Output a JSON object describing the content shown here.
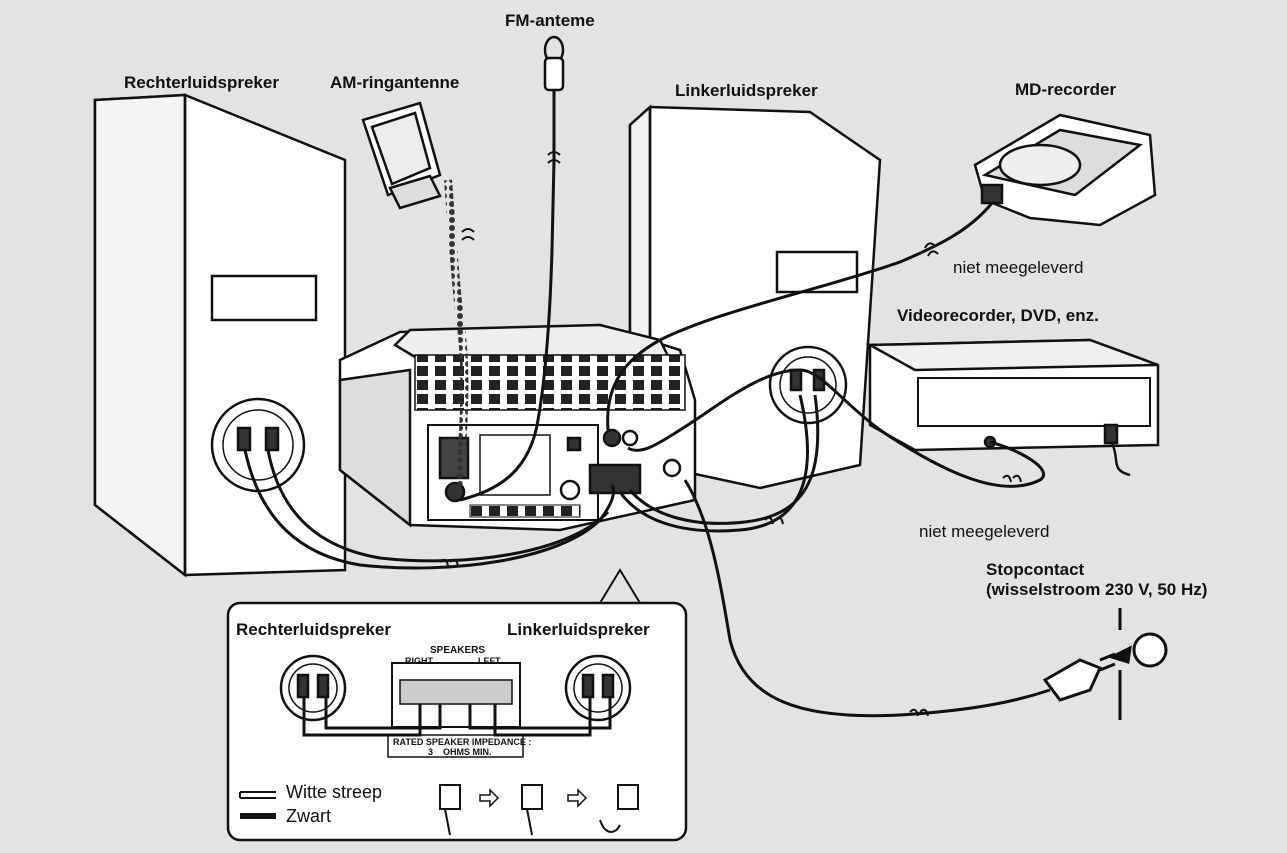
{
  "labels": {
    "fm_antenna": "FM-anteme",
    "am_antenna": "AM-ringantenne",
    "right_speaker_top": "Rechterluidspreker",
    "left_speaker_top": "Linkerluidspreker",
    "md_recorder": "MD-recorder",
    "not_supplied_1": "niet meegeleverd",
    "video_recorder": "Videorecorder, DVD, enz.",
    "not_supplied_2": "niet meegeleverd",
    "outlet_line1": "Stopcontact",
    "outlet_line2": "(wisselstroom 230 V, 50 Hz)"
  },
  "inset": {
    "right_speaker": "Rechterluidspreker",
    "left_speaker": "Linkerluidspreker",
    "terminal_title": "SPEAKERS",
    "terminal_right": "RIGHT",
    "terminal_left": "LEFT",
    "impedance_line1": "RATED SPEAKER IMPEDANCE :",
    "impedance_num": "3",
    "impedance_unit": "OHMS MIN.",
    "legend_white": "Witte streep",
    "legend_black": "Zwart"
  }
}
